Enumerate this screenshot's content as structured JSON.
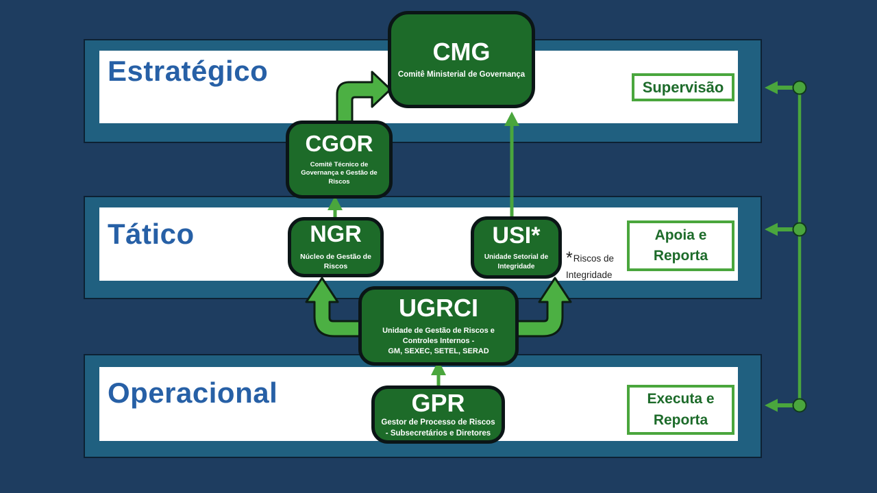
{
  "levels": [
    {
      "label": "Estratégico",
      "annotation": "Supervisão"
    },
    {
      "label": "Tático",
      "annotation": "Apoia e Reporta"
    },
    {
      "label": "Operacional",
      "annotation": "Executa e Reporta"
    }
  ],
  "nodes": {
    "cmg": {
      "acronym": "CMG",
      "description": "Comitê Ministerial de Governança"
    },
    "cgor": {
      "acronym": "CGOR",
      "description": "Comitê Técnico de Governança e Gestão de Riscos"
    },
    "ngr": {
      "acronym": "NGR",
      "description": "Núcleo de Gestão de Riscos"
    },
    "usi": {
      "acronym": "USI*",
      "description": "Unidade Setorial de Integridade"
    },
    "ugrci": {
      "acronym": "UGRCI",
      "description": "Unidade de Gestão de Riscos e Controles Internos -",
      "description2": "GM, SEXEC, SETEL, SERAD"
    },
    "gpr": {
      "acronym": "GPR",
      "description": "Gestor de Processo de Riscos - Subsecretários e Diretores"
    }
  },
  "footnote": {
    "marker": "*",
    "text": "Riscos de Integridade"
  },
  "colors": {
    "background": "#1e3d60",
    "band_fill": "#206080",
    "band_border": "#0d2133",
    "panel": "#ffffff",
    "level_label_text": "#2760a6",
    "node_fill": "#1d6b29",
    "node_border": "#0b1516",
    "node_text": "#ffffff",
    "arrow_green": "#4aa63d",
    "elbow_fill": "#4cb043",
    "elbow_outline": "#0c1d12",
    "annotation_text": "#1d6b2a",
    "footnote_text": "#1f1f1f"
  }
}
